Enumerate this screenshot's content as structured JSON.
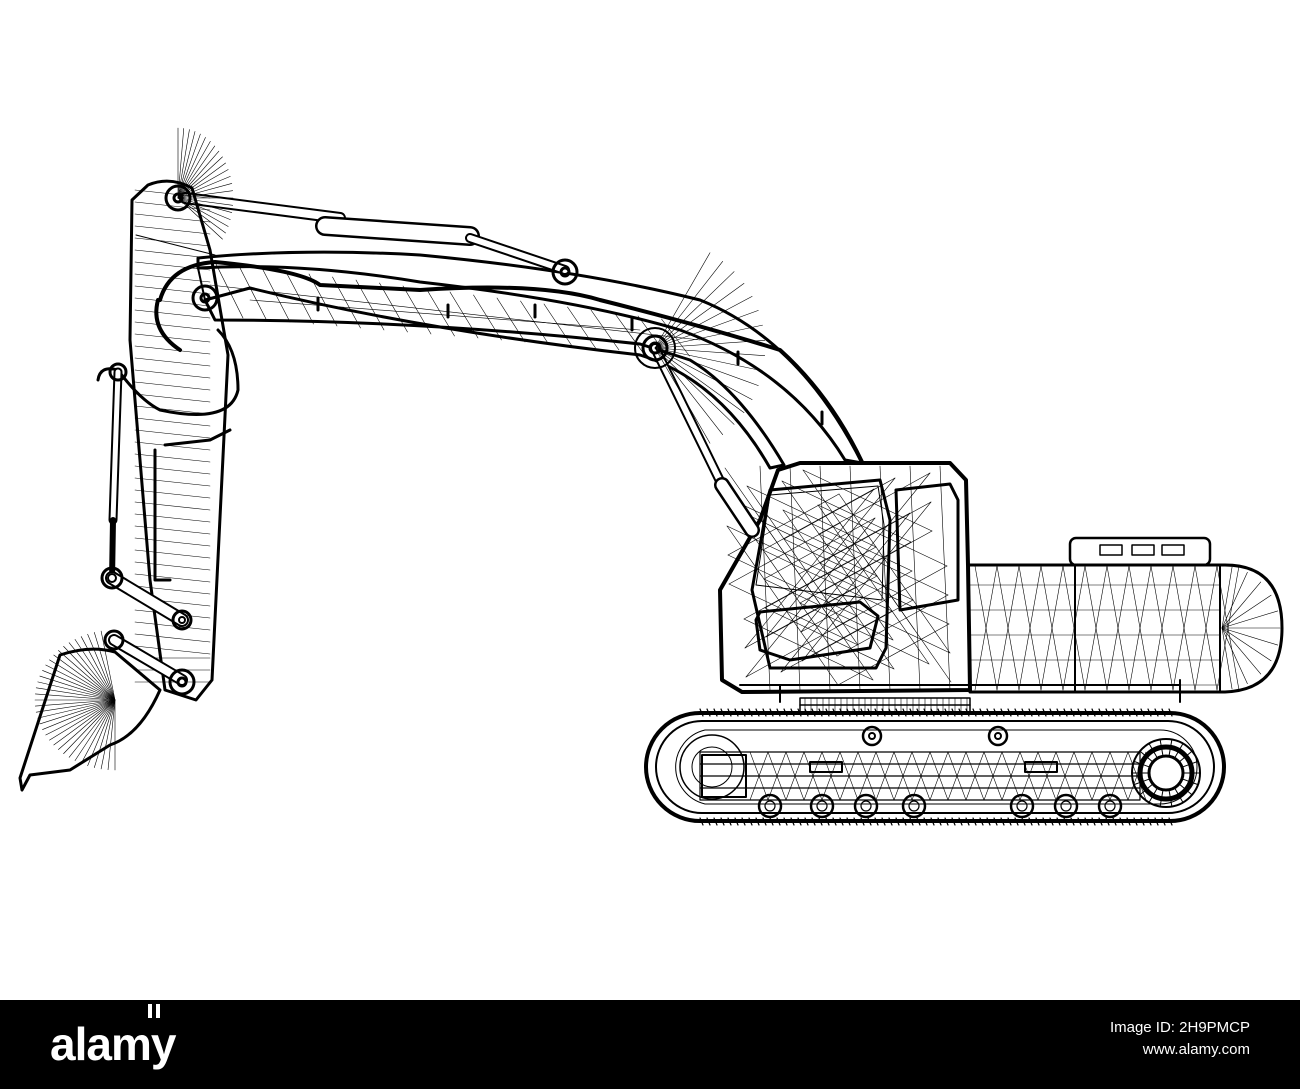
{
  "stock": {
    "brand": "alamy",
    "image_id_label": "Image ID:",
    "image_id": "2H9PMCP",
    "site_url": "www.alamy.com"
  },
  "colors": {
    "line": "#000000",
    "background": "#ffffff",
    "footer_background": "#000000",
    "footer_text": "#ffffff"
  }
}
